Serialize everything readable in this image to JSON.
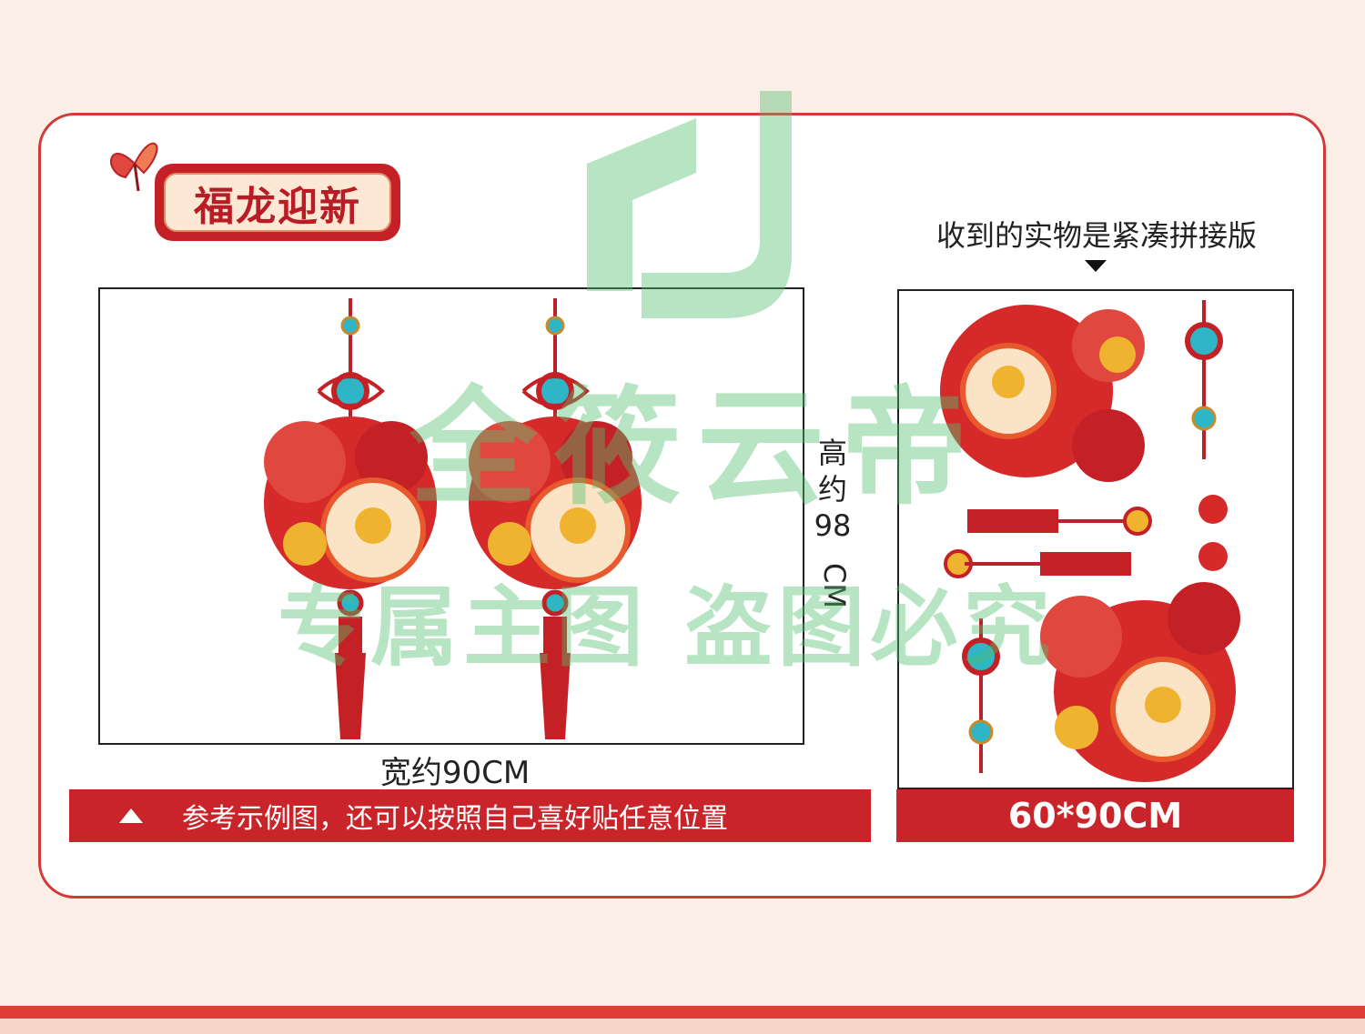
{
  "title": "福龙迎新",
  "left_panel": {
    "width_label": "宽约90CM",
    "height_label_chars": [
      "高",
      "约",
      "98",
      "CM"
    ]
  },
  "right_panel": {
    "caption": "收到的实物是紧凑拼接版",
    "size_label": "60*90CM"
  },
  "note": "参考示例图，还可以按照自己喜好贴任意位置",
  "watermark": {
    "brand": "全筱云帝",
    "warning": "专属主图   盗图必究"
  },
  "colors": {
    "accent_red": "#c8242a",
    "frame_border": "#d23a38",
    "background": "#fbeee6",
    "gold": "#f0b330",
    "turquoise": "#2eb6c6"
  }
}
